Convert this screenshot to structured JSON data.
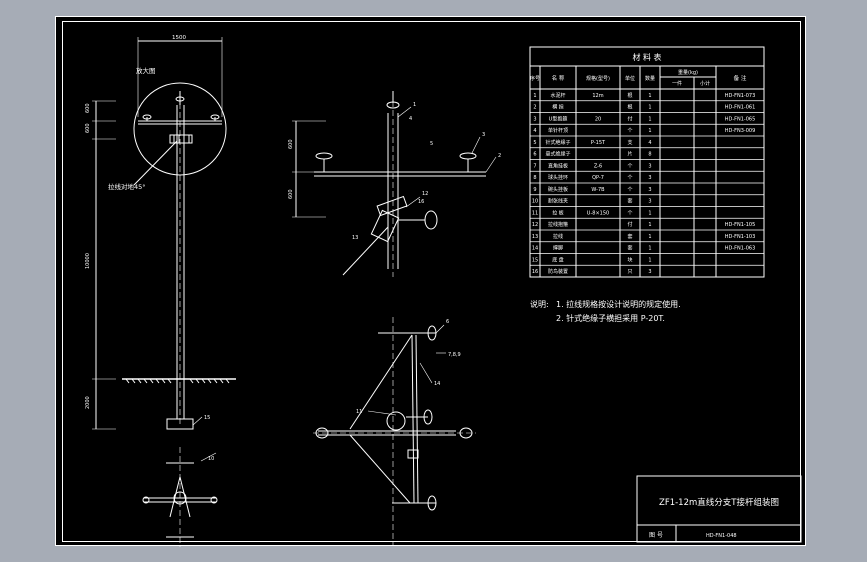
{
  "drawing": {
    "detail_label": "放大图",
    "stay_angle_label": "拉线对地45°",
    "dim_top": "1500",
    "dim_a": "600",
    "dim_b": "600",
    "dim_main": "10000",
    "dim_ground": "2000",
    "dim_side_a": "600",
    "dim_side_b": "600",
    "callouts": [
      "1",
      "2",
      "3",
      "4",
      "5",
      "6",
      "7,8,9",
      "10",
      "11",
      "12",
      "13",
      "14",
      "15",
      "16"
    ]
  },
  "bom": {
    "title": "材 料 表",
    "headers": {
      "seq": "序号",
      "name": "名 称",
      "spec": "规格(型号)",
      "unit": "单位",
      "qty": "数量",
      "weight": "重量(kg)",
      "w_single": "一件",
      "w_total": "小计",
      "remark": "备 注"
    },
    "rows": [
      {
        "no": "1",
        "name": "水泥杆",
        "spec": "12m",
        "unit": "根",
        "qty": "1",
        "remark": "HD-FN1-073"
      },
      {
        "no": "2",
        "name": "横 担",
        "spec": "",
        "unit": "根",
        "qty": "1",
        "remark": "HD-FN1-061"
      },
      {
        "no": "3",
        "name": "U型抱箍",
        "spec": "20",
        "unit": "付",
        "qty": "1",
        "remark": "HD-FN1-065"
      },
      {
        "no": "4",
        "name": "单针杆顶",
        "spec": "",
        "unit": "个",
        "qty": "1",
        "remark": "HD-FN3-009"
      },
      {
        "no": "5",
        "name": "针式绝缘子",
        "spec": "P-15T",
        "unit": "支",
        "qty": "4",
        "remark": ""
      },
      {
        "no": "6",
        "name": "悬式绝缘子",
        "spec": "",
        "unit": "片",
        "qty": "8",
        "remark": ""
      },
      {
        "no": "7",
        "name": "直角挂板",
        "spec": "Z-6",
        "unit": "个",
        "qty": "3",
        "remark": ""
      },
      {
        "no": "8",
        "name": "球头挂环",
        "spec": "QP-7",
        "unit": "个",
        "qty": "3",
        "remark": ""
      },
      {
        "no": "9",
        "name": "碗头挂板",
        "spec": "W-7B",
        "unit": "个",
        "qty": "3",
        "remark": ""
      },
      {
        "no": "10",
        "name": "耐张线夹",
        "spec": "",
        "unit": "套",
        "qty": "3",
        "remark": ""
      },
      {
        "no": "11",
        "name": "拉 板",
        "spec": "U-8×150",
        "unit": "个",
        "qty": "1",
        "remark": ""
      },
      {
        "no": "12",
        "name": "拉线抱箍",
        "spec": "",
        "unit": "付",
        "qty": "1",
        "remark": "HD-FN1-105"
      },
      {
        "no": "13",
        "name": "拉线",
        "spec": "",
        "unit": "套",
        "qty": "1",
        "remark": "HD-FN1-103"
      },
      {
        "no": "14",
        "name": "撑脚",
        "spec": "",
        "unit": "套",
        "qty": "1",
        "remark": "HD-FN1-063"
      },
      {
        "no": "15",
        "name": "底 盘",
        "spec": "",
        "unit": "块",
        "qty": "1",
        "remark": ""
      },
      {
        "no": "16",
        "name": "防鸟装置",
        "spec": "",
        "unit": "只",
        "qty": "3",
        "remark": ""
      }
    ]
  },
  "notes": {
    "prefix": "说明:",
    "items": [
      "1. 拉线规格按设计说明的规定使用.",
      "2. 针式绝缘子横担采用 P-20T."
    ]
  },
  "title_block": {
    "title": "ZF1-12m直线分支T接杆组装图",
    "drawing_no_label": "图 号",
    "drawing_no": "HD-FN1-048"
  },
  "colors": {
    "line": "#ffffff",
    "background": "#000000",
    "outer": "#a6acb6"
  }
}
